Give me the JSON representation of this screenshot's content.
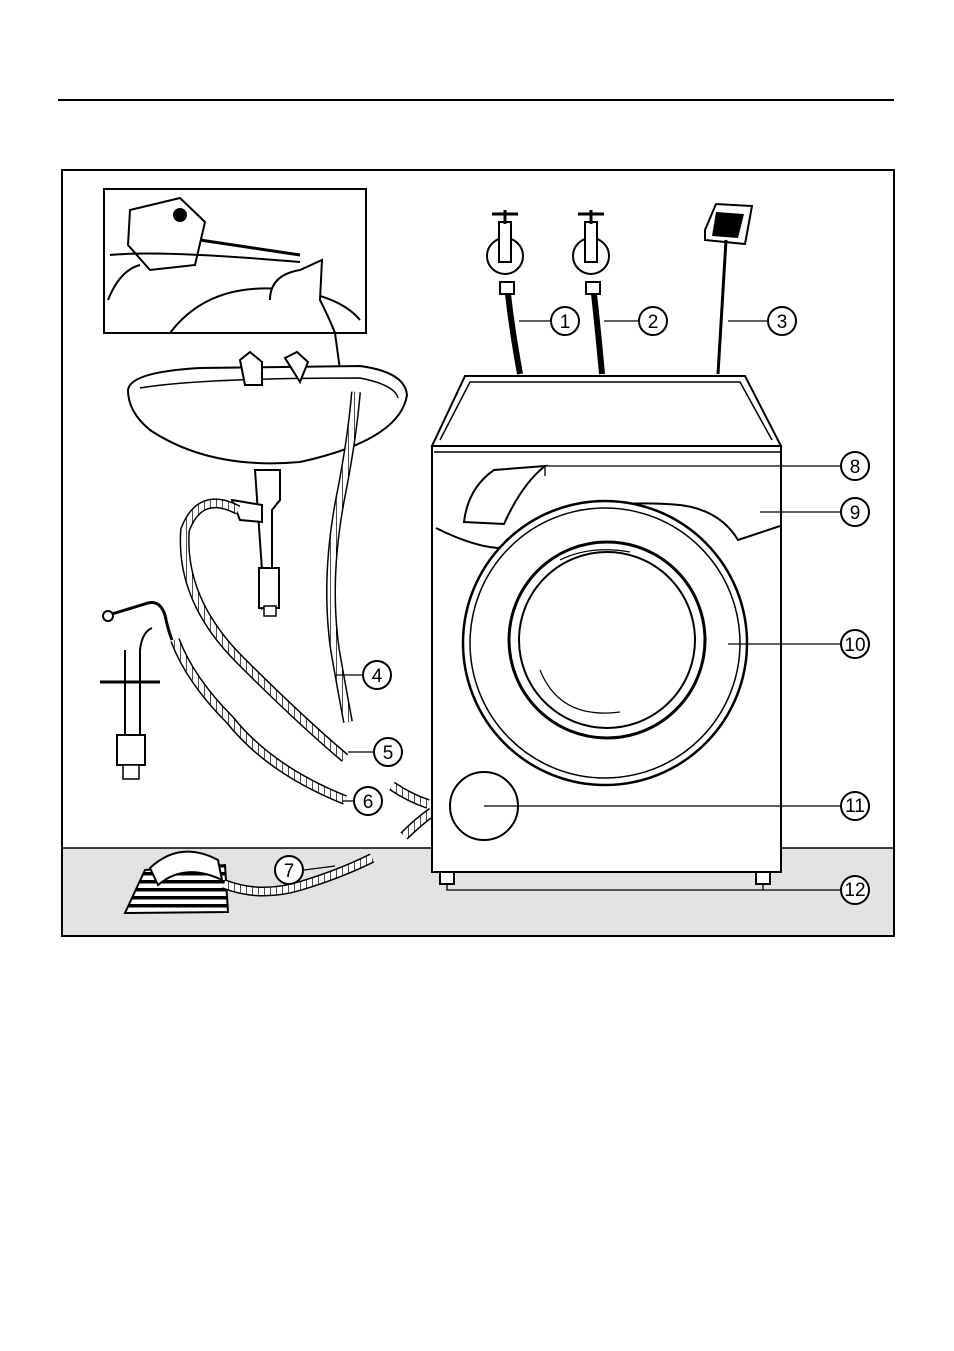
{
  "diagram": {
    "callouts": [
      {
        "id": "1",
        "label": "1"
      },
      {
        "id": "2",
        "label": "2"
      },
      {
        "id": "3",
        "label": "3"
      },
      {
        "id": "4",
        "label": "4"
      },
      {
        "id": "5",
        "label": "5"
      },
      {
        "id": "6",
        "label": "6"
      },
      {
        "id": "7",
        "label": "7"
      },
      {
        "id": "8",
        "label": "8"
      },
      {
        "id": "9",
        "label": "9"
      },
      {
        "id": "10",
        "label": "10"
      },
      {
        "id": "11",
        "label": "11"
      },
      {
        "id": "12",
        "label": "12"
      }
    ],
    "colors": {
      "line": "#000000",
      "floor": "#e3e3e3",
      "paper": "#ffffff"
    }
  }
}
